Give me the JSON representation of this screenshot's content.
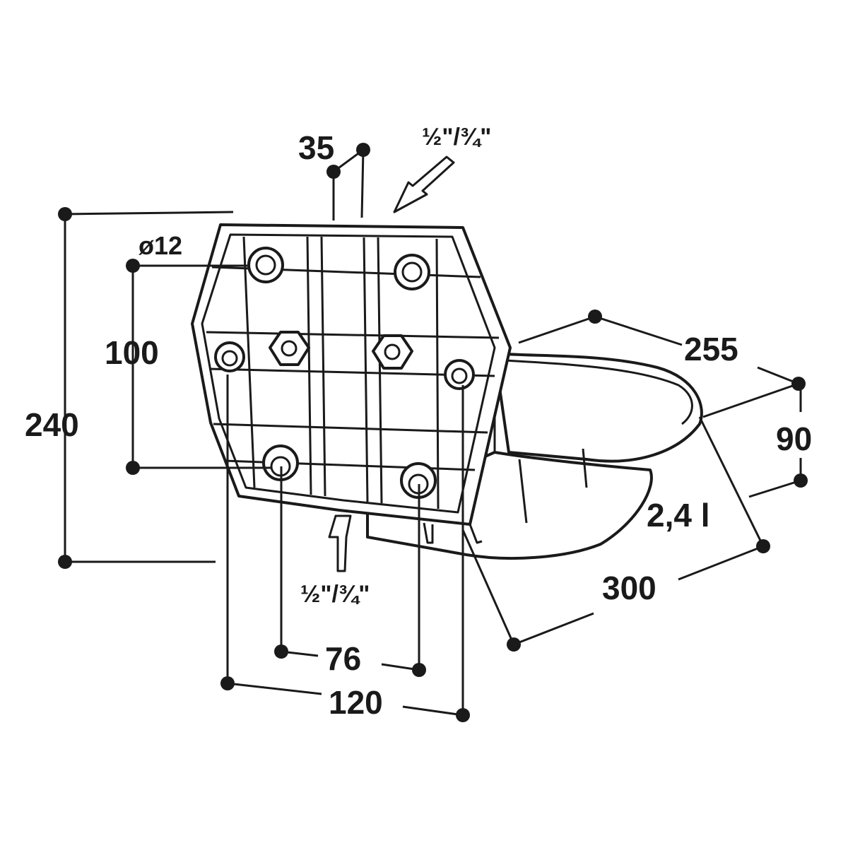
{
  "labels": {
    "height_total": "240",
    "hole_spacing_vertical": "100",
    "hole_diameter": "ø12",
    "plate_depth": "35",
    "inlet_top": "½\"/¾\"",
    "bowl_width": "255",
    "bowl_height": "90",
    "volume": "2,4 l",
    "overall_depth": "300",
    "hole_spacing_horizontal": "76",
    "plate_width": "120",
    "inlet_bottom": "½\"/¾\""
  }
}
